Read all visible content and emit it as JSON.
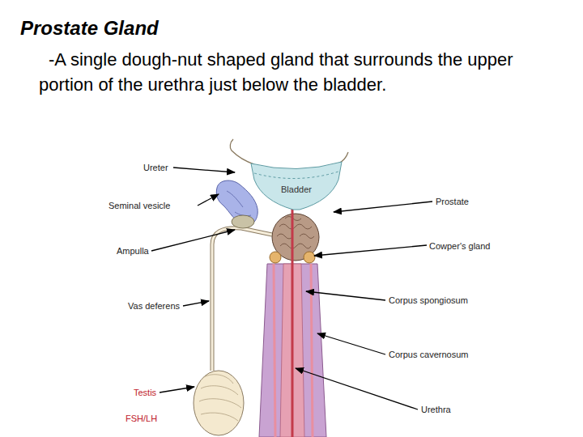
{
  "diagram": {
    "title": "Prostate Gland",
    "nodes": [
      {
        "text": [
          "Bladder"
        ]
      }
    ],
    "labels": [
      "-A single dough-nut shaped gland that surrounds the upper portion of the urethra just below the bladder.",
      "Ureter",
      "Seminal vesicle",
      "Ampulla",
      "Vas deferens",
      "Testis",
      "FSH/LH",
      "Prostate",
      "Cowper's gland",
      "Corpus spongiosum",
      "Corpus cavernosum",
      "Urethra"
    ]
  }
}
